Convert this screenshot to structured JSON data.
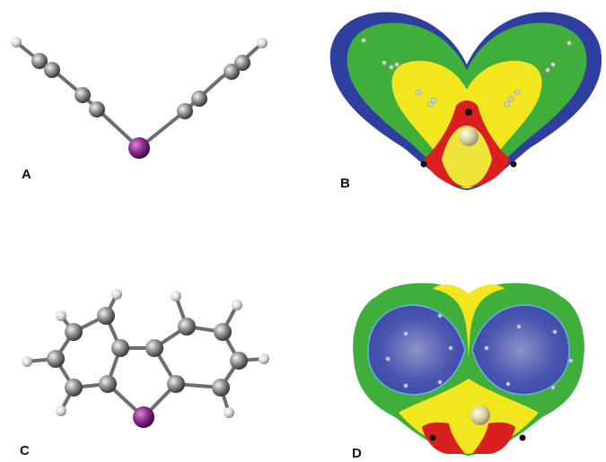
{
  "labels": {
    "a": "A",
    "b": "B",
    "c": "C",
    "d": "D"
  },
  "colors": {
    "iodine": "#8b2a8e",
    "carbon": "#808080",
    "hydrogen": "#e8e8e8",
    "bond": "#6e6e6e",
    "surface_blue": "#2f3fa0",
    "surface_green": "#3fae3a",
    "surface_yellow": "#f2e71f",
    "surface_red": "#d9201e"
  }
}
